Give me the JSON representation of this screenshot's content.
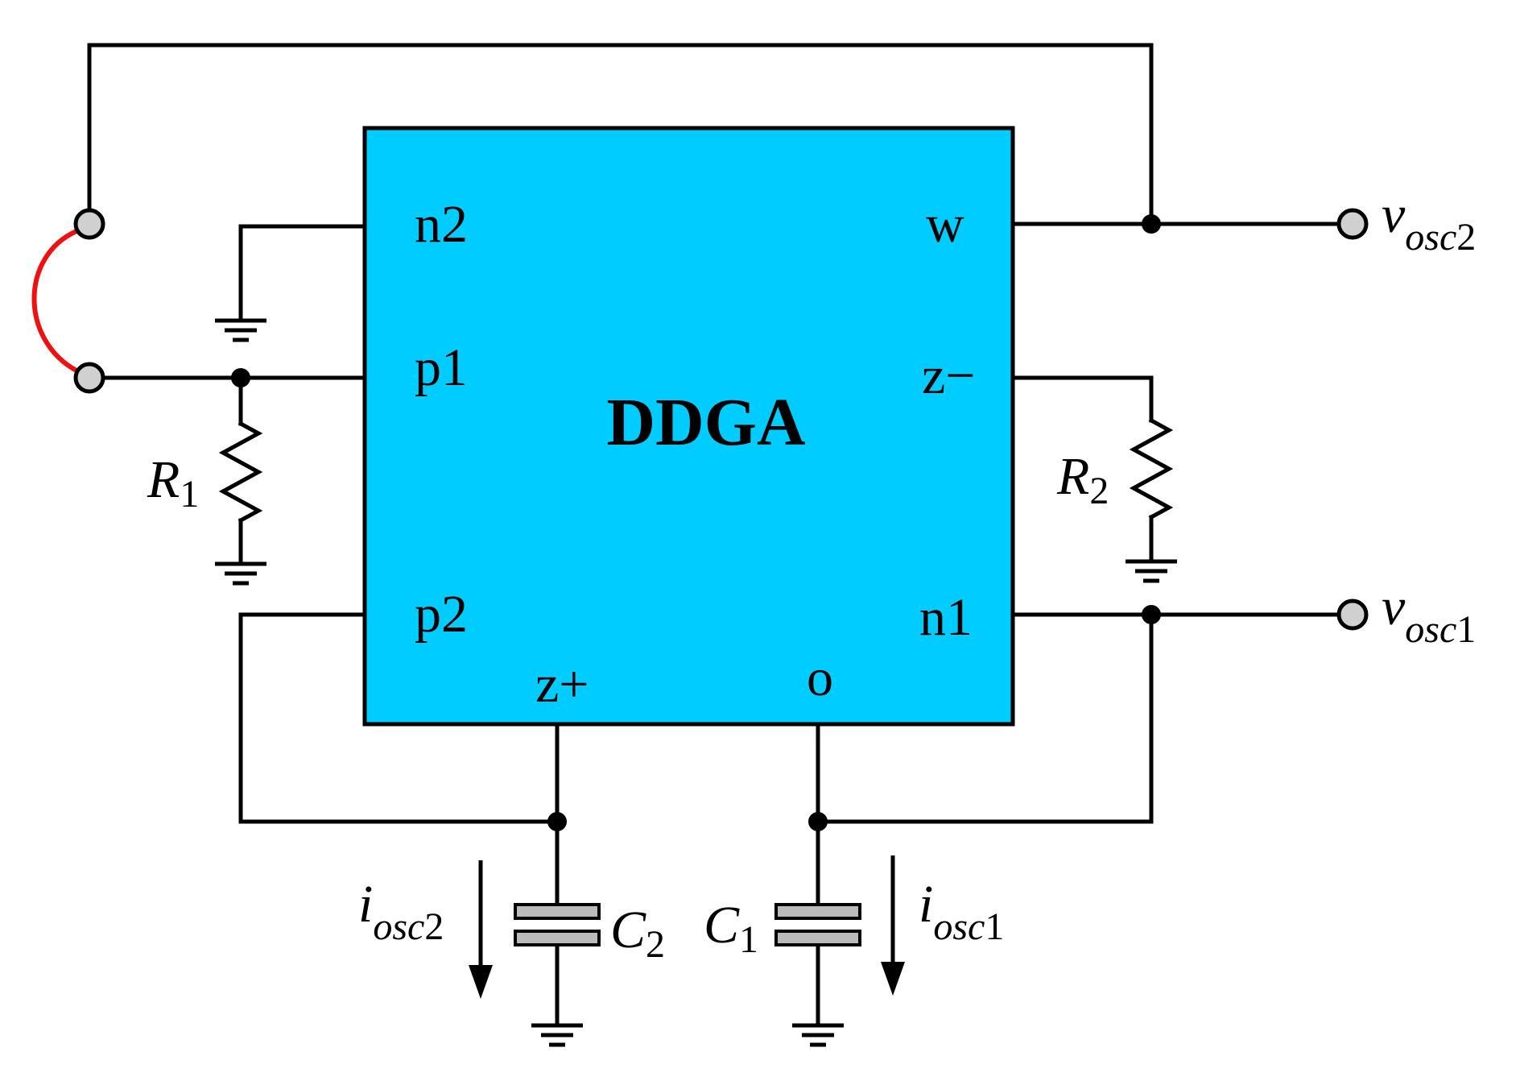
{
  "block": {
    "title": "DDGA",
    "fill_color": "#00CCFF",
    "pins": {
      "n2": "n2",
      "p1": "p1",
      "p2": "p2",
      "w": "w",
      "z_minus": "z−",
      "n1": "n1",
      "z_plus": "z+",
      "o": "o"
    }
  },
  "resistors": {
    "r1": {
      "symbol": "R",
      "subscript": "1"
    },
    "r2": {
      "symbol": "R",
      "subscript": "2"
    }
  },
  "capacitors": {
    "c1": {
      "symbol": "C",
      "subscript": "1"
    },
    "c2": {
      "symbol": "C",
      "subscript": "2"
    }
  },
  "currents": {
    "iosc1": {
      "symbol": "i",
      "sub_italic": "osc",
      "sub_num": "1"
    },
    "iosc2": {
      "symbol": "i",
      "sub_italic": "osc",
      "sub_num": "2"
    }
  },
  "outputs": {
    "vosc1": {
      "symbol": "v",
      "sub_italic": "osc",
      "sub_num": "1"
    },
    "vosc2": {
      "symbol": "v",
      "sub_italic": "osc",
      "sub_num": "2"
    }
  },
  "colors": {
    "jumper": "#EE1111",
    "terminal": "#D0D0D0",
    "capacitor_plate": "#BBBBBB"
  }
}
